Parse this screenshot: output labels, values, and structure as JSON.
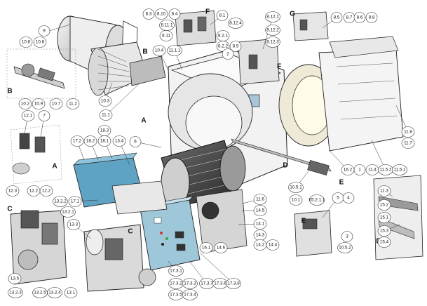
{
  "diagram": {
    "section_letters": {
      "A1": "A",
      "A2": "A",
      "B1": "B",
      "B2": "B",
      "C1": "C",
      "C2": "C",
      "D1": "D",
      "D2": "D",
      "E1": "E",
      "E2": "E",
      "F1": "F",
      "F2": "F",
      "G1": "G"
    },
    "callouts": [
      "9",
      "10.8",
      "10.6",
      "10.2",
      "10.9",
      "10.7",
      "11.2",
      "10.3",
      "10.4",
      "11.1.1",
      "11.1",
      "8.3",
      "8.10",
      "8.4",
      "8.11.1",
      "8.11",
      "8.1",
      "8.12.4",
      "8.2.1",
      "8.2.2",
      "8.9",
      "2",
      "8.12.1",
      "8.12.2",
      "8.12.3",
      "8.5",
      "8.7",
      "8.6",
      "8.8",
      "12.1",
      "7",
      "12.3",
      "12.2",
      "12.2b",
      "17.2",
      "18.2",
      "18.1",
      "18.3",
      "13.4",
      "6",
      "17.1",
      "13.2.2",
      "13.2.1",
      "13.3",
      "13.5",
      "13.2.3",
      "13.2.5",
      "13.2.4",
      "13.1",
      "11.6",
      "14.5",
      "14.1",
      "14.3",
      "14.2",
      "14.4",
      "16.1",
      "14.6",
      "17.3.1",
      "17.3.2",
      "17.3.3",
      "17.3.5",
      "17.3.4",
      "17.3.7",
      "17.3.6",
      "17.3.8",
      "10.5.1",
      "10.1",
      "05.2.1.1",
      "5",
      "4",
      "3",
      "10.5.2",
      "16.2",
      "1",
      "11.4",
      "11.5.2",
      "11.5.1",
      "11.8",
      "11.7",
      "11.3",
      "15.2",
      "15.1",
      "15.3",
      "15.4"
    ]
  }
}
